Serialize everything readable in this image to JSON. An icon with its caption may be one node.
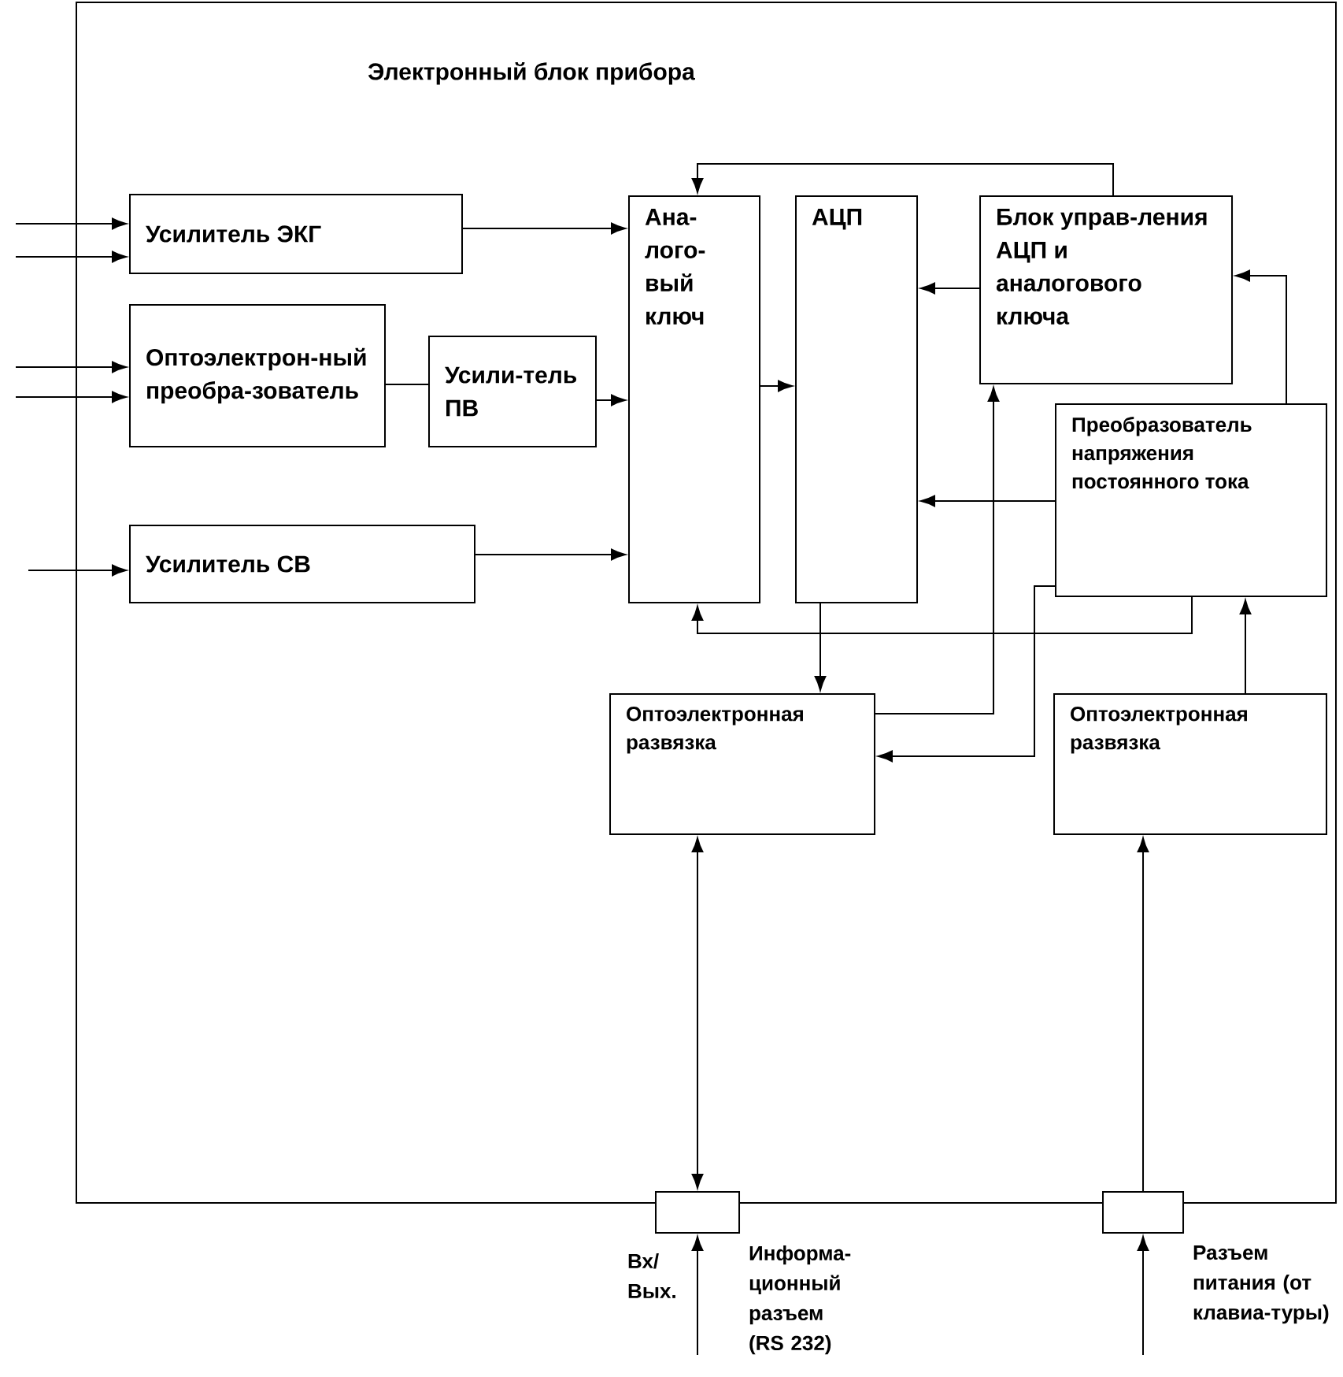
{
  "diagram": {
    "nodes": [
      {
        "text": [
          "Электронный блок прибора"
        ]
      },
      {
        "text": [
          "Усилитель ЭКГ"
        ],
        "in": 0
      },
      {
        "text": [
          "Оптоэлектрон-ный преобра-зователь"
        ],
        "in": 0
      },
      {
        "text": [
          "Усили-тель ПВ"
        ],
        "in": 0
      },
      {
        "text": [
          "Усилитель СВ"
        ],
        "in": 0
      },
      {
        "text": [
          "Ана-лого-вый ключ"
        ],
        "in": 0
      },
      {
        "text": [
          "АЦП"
        ],
        "in": 0
      },
      {
        "text": [
          "Блок управ-ления АЦП и аналогового ключа"
        ],
        "in": 0
      },
      {
        "text": [
          "Преобразователь напряжения постоянного тока"
        ],
        "in": 0
      },
      {
        "text": [
          "Оптоэлектронная развязка"
        ],
        "in": 0
      },
      {
        "text": [
          "Оптоэлектронная развязка"
        ],
        "in": 0
      },
      {
        "text": [],
        "shape": "box",
        "beside": [
          "Информа-ционный разъем (RS 232)"
        ]
      },
      {
        "text": [],
        "shape": "box",
        "beside": [
          "Разъем питания (от клавиа-туры)"
        ]
      }
    ],
    "edges": [
      {
        "from": null,
        "to": 1,
        "arrow": "to"
      },
      {
        "from": null,
        "to": 1,
        "arrow": "to"
      },
      {
        "from": null,
        "to": 2,
        "arrow": "to"
      },
      {
        "from": null,
        "to": 2,
        "arrow": "to"
      },
      {
        "from": null,
        "to": 4,
        "arrow": "to"
      },
      {
        "from": 1,
        "to": 5,
        "arrow": "to"
      },
      {
        "from": 2,
        "to": 3,
        "arrow": "none"
      },
      {
        "from": 3,
        "to": 5,
        "arrow": "to"
      },
      {
        "from": 4,
        "to": 5,
        "arrow": "to"
      },
      {
        "from": 5,
        "to": 6,
        "arrow": "to"
      },
      {
        "from": 7,
        "to": 5,
        "arrow": "to"
      },
      {
        "from": 7,
        "to": 6,
        "arrow": "to"
      },
      {
        "from": 8,
        "to": 7,
        "arrow": "to"
      },
      {
        "from": 8,
        "to": 6,
        "arrow": "to"
      },
      {
        "from": 8,
        "to": 5,
        "arrow": "to"
      },
      {
        "from": 6,
        "to": 9,
        "arrow": "to"
      },
      {
        "from": 9,
        "to": 7,
        "arrow": "to"
      },
      {
        "from": 8,
        "to": 9,
        "arrow": "to"
      },
      {
        "from": 10,
        "to": 8,
        "arrow": "to"
      },
      {
        "from": 11,
        "to": 9,
        "arrow": "both"
      },
      {
        "from": 12,
        "to": 10,
        "arrow": "to"
      },
      {
        "from": null,
        "to": 11,
        "arrow": "to"
      },
      {
        "from": null,
        "to": 12,
        "arrow": "to"
      }
    ],
    "labels": [
      "Вх/ Вых."
    ]
  }
}
